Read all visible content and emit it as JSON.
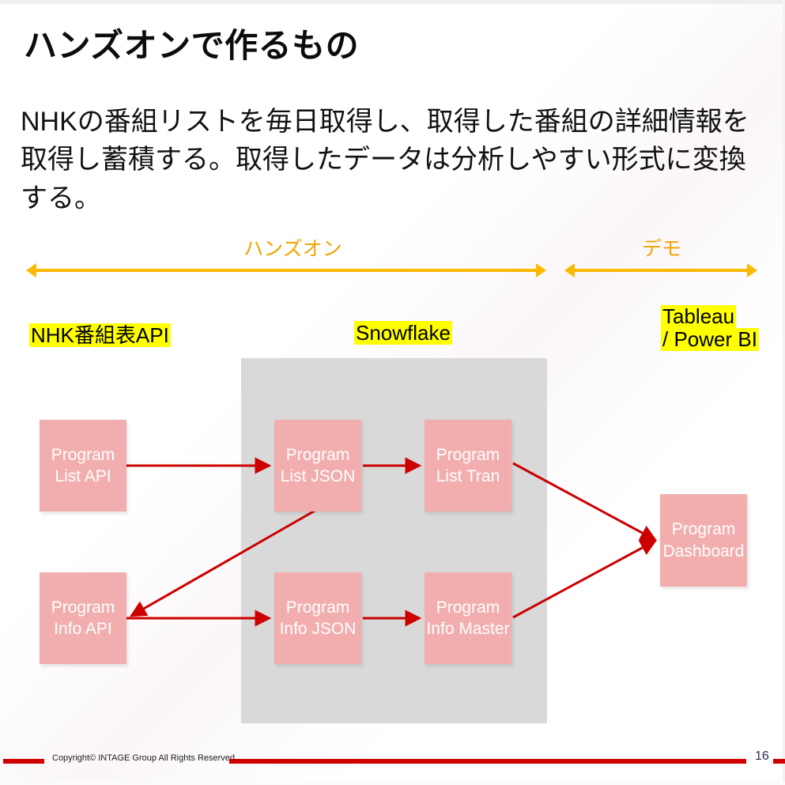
{
  "slide": {
    "title": "ハンズオンで作るもの",
    "body": "NHKの番組リストを毎日取得し、取得した番組の詳細情報を取得し蓄積する。取得したデータは分析しやすい形式に変換する。",
    "page_number": "16",
    "copyright": "Copyright© INTAGE Group All Rights Reserved."
  },
  "phases": [
    {
      "label": "ハンズオン"
    },
    {
      "label": "デモ"
    }
  ],
  "section_labels": {
    "source": "NHK番組表API",
    "warehouse": "Snowflake",
    "bi_line1": "Tableau",
    "bi_line2": "/ Power BI"
  },
  "nodes": [
    {
      "id": "program-list-api",
      "line1": "Program",
      "line2": "List API"
    },
    {
      "id": "program-list-json",
      "line1": "Program",
      "line2": "List JSON"
    },
    {
      "id": "program-list-tran",
      "line1": "Program",
      "line2": "List Tran"
    },
    {
      "id": "program-info-api",
      "line1": "Program",
      "line2": "Info API"
    },
    {
      "id": "program-info-json",
      "line1": "Program",
      "line2": "Info JSON"
    },
    {
      "id": "program-info-master",
      "line1": "Program",
      "line2": "Info Master"
    },
    {
      "id": "program-dashboard",
      "line1": "Program",
      "line2": "Dashboard"
    }
  ],
  "flows": [
    {
      "from": "program-list-api",
      "to": "program-list-json"
    },
    {
      "from": "program-list-json",
      "to": "program-list-tran"
    },
    {
      "from": "program-list-json",
      "to": "program-info-api"
    },
    {
      "from": "program-info-api",
      "to": "program-info-json"
    },
    {
      "from": "program-info-json",
      "to": "program-info-master"
    },
    {
      "from": "program-list-tran",
      "to": "program-dashboard"
    },
    {
      "from": "program-info-master",
      "to": "program-dashboard"
    }
  ],
  "colors": {
    "node_fill": "#f2aeae",
    "panel_fill": "#d9d9d9",
    "arrow_red": "#cc0000",
    "arrow_orange": "#fcb900",
    "highlight_yellow": "#ffff00",
    "footer_red": "#d00000"
  }
}
